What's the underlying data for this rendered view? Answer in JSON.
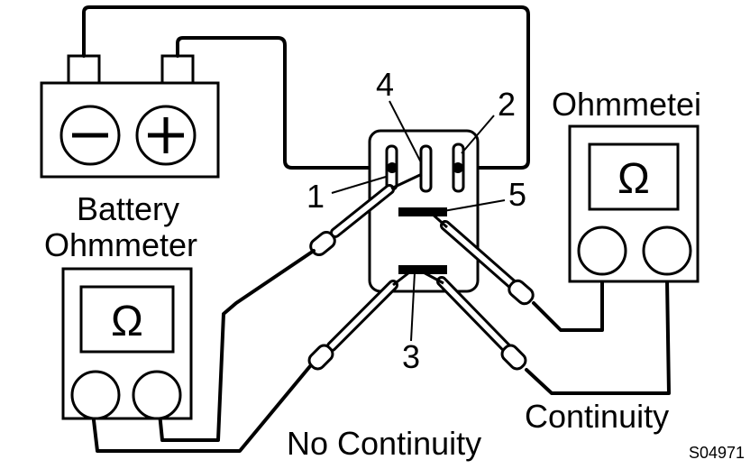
{
  "labels": {
    "battery": "Battery",
    "ohmmeter_left": "Ohmmeter",
    "ohmmeter_right": "Ohmmetei",
    "terminal_1": "1",
    "terminal_2": "2",
    "terminal_3": "3",
    "terminal_4": "4",
    "terminal_5": "5",
    "no_continuity": "No Continuity",
    "continuity": "Continuity",
    "figure_code": "S04971"
  },
  "symbols": {
    "ohm": "Ω",
    "minus": "−",
    "plus": "+"
  },
  "colors": {
    "ink": "#000000",
    "paper": "#ffffff"
  }
}
